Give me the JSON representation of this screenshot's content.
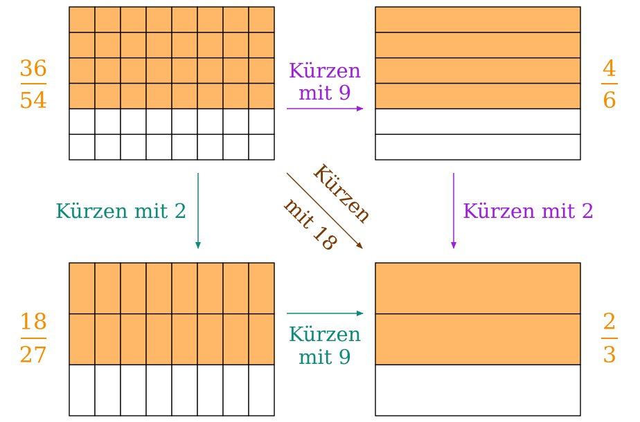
{
  "colors": {
    "orange_fill": "#FFB868",
    "fraction_text": "#F28E00",
    "purple": "#9B20D8",
    "teal": "#0D8A78",
    "brown": "#7A3A06",
    "grid_line": "#000000"
  },
  "grids": [
    {
      "id": "top-left",
      "rows": 6,
      "cols": 8,
      "filled_rows": 4
    },
    {
      "id": "top-right",
      "rows": 6,
      "cols": 1,
      "filled_rows": 4
    },
    {
      "id": "bottom-left",
      "rows": 3,
      "cols": 8,
      "filled_rows": 2
    },
    {
      "id": "bottom-right",
      "rows": 3,
      "cols": 1,
      "filled_rows": 2
    }
  ],
  "fractions": {
    "top_left": {
      "numerator": "36",
      "denominator": "54"
    },
    "top_right": {
      "numerator": "4",
      "denominator": "6"
    },
    "bottom_left": {
      "numerator": "18",
      "denominator": "27"
    },
    "bottom_right": {
      "numerator": "2",
      "denominator": "3"
    }
  },
  "arrows": {
    "top": {
      "line1": "Kürzen",
      "line2": "mit 9"
    },
    "bottom": {
      "line1": "Kürzen",
      "line2": "mit 9"
    },
    "left": {
      "label": "Kürzen mit 2"
    },
    "right": {
      "label": "Kürzen mit 2"
    },
    "diagonal": {
      "line1": "Kürzen",
      "line2": "mit 18"
    }
  }
}
